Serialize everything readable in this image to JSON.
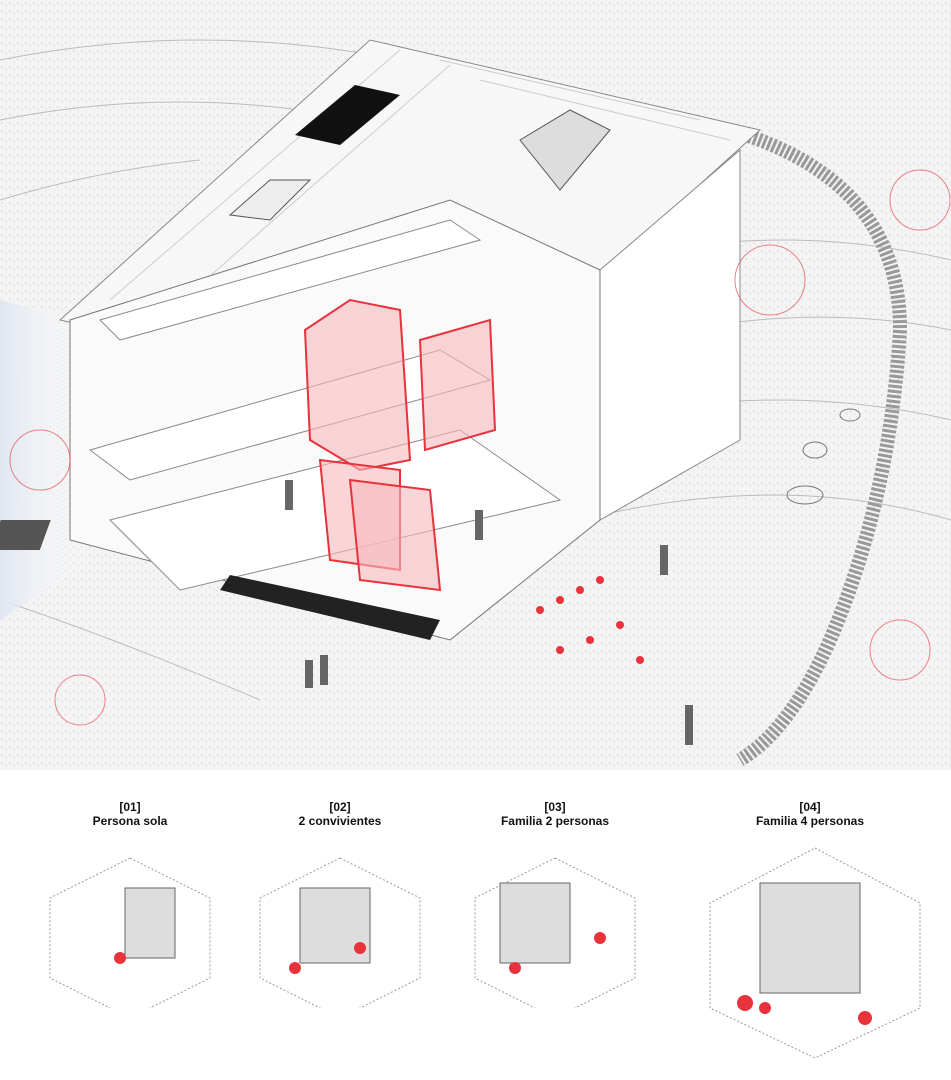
{
  "colors": {
    "accent_red": "#e8323c",
    "line_gray": "#9a9a9a",
    "ground": "#f2f2f2"
  },
  "variants": [
    {
      "number": "[01]",
      "name": "Persona sola"
    },
    {
      "number": "[02]",
      "name": "2 convivientes"
    },
    {
      "number": "[03]",
      "name": "Familia 2 personas"
    },
    {
      "number": "[04]",
      "name": "Familia 4 personas"
    }
  ]
}
